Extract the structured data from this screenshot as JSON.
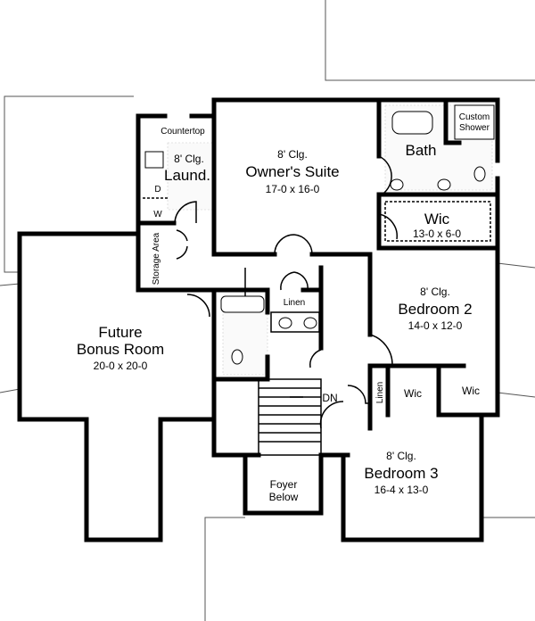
{
  "rooms": {
    "laundry": {
      "ceiling": "8' Clg.",
      "name": "Laund.",
      "countertop": "Countertop",
      "dryer": "D",
      "washer": "W"
    },
    "storage": {
      "name": "Storage Area"
    },
    "owners_suite": {
      "ceiling": "8' Clg.",
      "name": "Owner's Suite",
      "size": "17-0 x 16-0"
    },
    "bath": {
      "name": "Bath",
      "shower_line1": "Custom",
      "shower_line2": "Shower"
    },
    "wic_owner": {
      "name": "Wic",
      "size": "13-0 x 6-0"
    },
    "bedroom2": {
      "ceiling": "8' Clg.",
      "name": "Bedroom 2",
      "size": "14-0 x 12-0"
    },
    "bonus": {
      "name_line1": "Future",
      "name_line2": "Bonus Room",
      "size": "20-0 x 20-0"
    },
    "linen_hall": {
      "name": "Linen"
    },
    "linen_side": {
      "name": "Linen"
    },
    "stairs": {
      "direction": "DN"
    },
    "wic_a": {
      "name": "Wic"
    },
    "wic_b": {
      "name": "Wic"
    },
    "foyer": {
      "line1": "Foyer",
      "line2": "Below"
    },
    "bedroom3": {
      "ceiling": "8' Clg.",
      "name": "Bedroom 3",
      "size": "16-4 x 13-0"
    }
  }
}
